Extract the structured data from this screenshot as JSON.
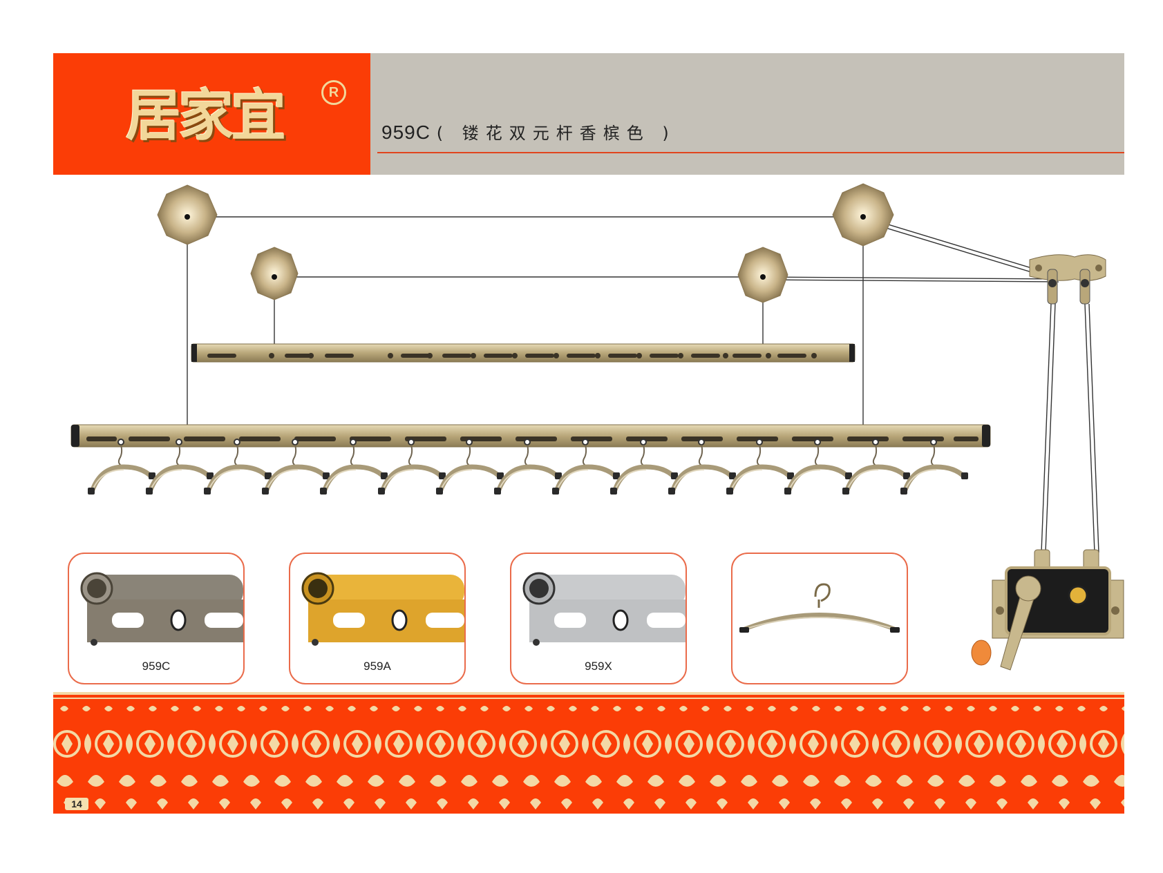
{
  "header": {
    "brand": "居家宜",
    "registered_mark": "R",
    "model_code": "959C",
    "model_desc": "( 镂花双元杆香槟色 )"
  },
  "variants": [
    {
      "label": "959C",
      "color": "#8a8478"
    },
    {
      "label": "959A",
      "color": "#e9b43a"
    },
    {
      "label": "959X",
      "color": "#c9cbcd"
    }
  ],
  "footer": {
    "page_number": "14"
  },
  "colors": {
    "accent_orange": "#fb3d06",
    "header_gray": "#c5c1b8",
    "champagne": "#b9a77a",
    "ornament": "#f3d9a6"
  }
}
